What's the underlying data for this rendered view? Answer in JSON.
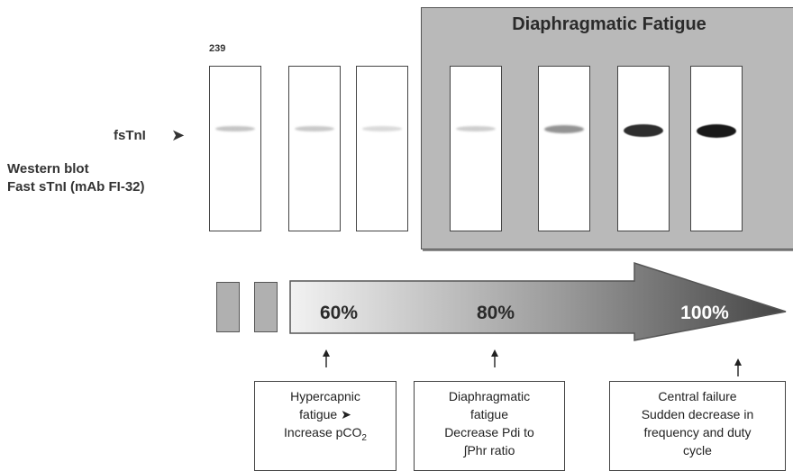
{
  "fatigue_panel": {
    "title": "Diaphragmatic Fatigue"
  },
  "sample_number": "239",
  "band_label": "fsTnI",
  "band_arrow_icon": "arrowhead-right-icon",
  "western_blot": {
    "line1": "Western blot",
    "line2": "Fast sTnI (mAb FI-32)"
  },
  "lanes": [
    {
      "band_level": 0.18
    },
    {
      "band_level": 0.16
    },
    {
      "band_level": 0.08
    },
    {
      "band_level": 0.14
    },
    {
      "band_level": 0.42
    },
    {
      "band_level": 0.9
    },
    {
      "band_level": 1.0
    }
  ],
  "progress_arrow": {
    "markers": [
      "60%",
      "80%",
      "100%"
    ],
    "gradient": [
      "#f2f2f2",
      "#444444"
    ]
  },
  "descriptions": [
    {
      "lines": [
        "Hypercapnic",
        "fatigue",
        "Increase pCO",
        "2"
      ]
    },
    {
      "lines": [
        "Diaphragmatic",
        "fatigue",
        "Decrease Pdi to",
        "∫Phr ratio"
      ]
    },
    {
      "lines": [
        "Central failure",
        "Sudden decrease in",
        "frequency and duty",
        "cycle"
      ]
    }
  ]
}
